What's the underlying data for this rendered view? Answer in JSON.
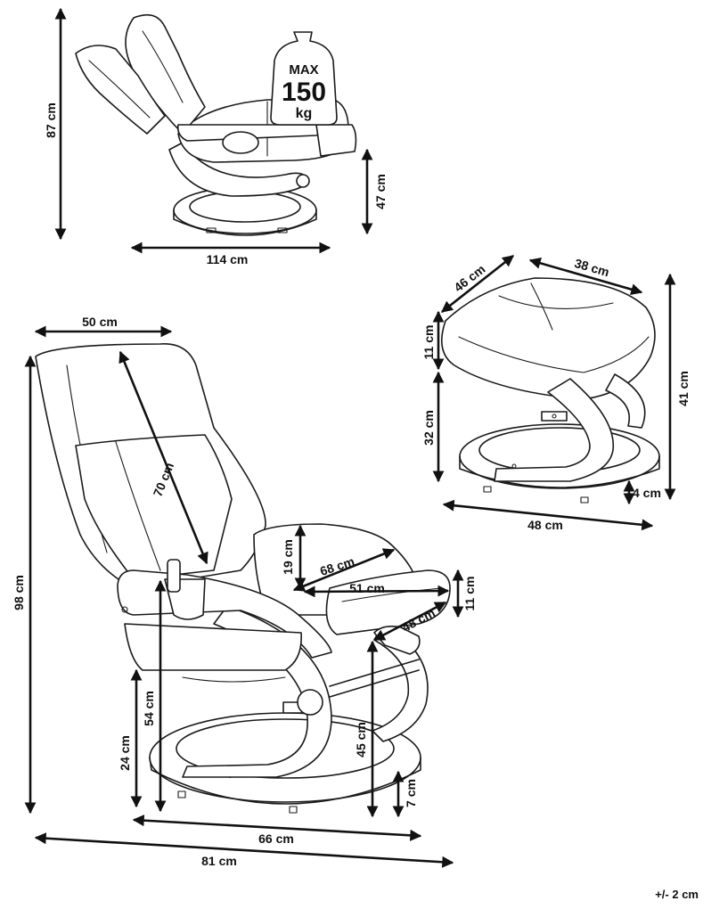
{
  "weight_badge": {
    "max_label": "MAX",
    "value": "150",
    "unit": "kg",
    "icon": "weight-icon"
  },
  "dimensions": {
    "reclined_height": "87 cm",
    "reclined_length": "114 cm",
    "reclined_seat_height": "47 cm",
    "chair_width": "50 cm",
    "backrest_length": "70 cm",
    "chair_height": "98 cm",
    "armrest_height_gap": "19 cm",
    "seat_diagonal": "68 cm",
    "seat_depth": "51 cm",
    "armrest_thickness": "11 cm",
    "footrest_depth": "48 cm",
    "armrest_height": "54 cm",
    "base_to_seat": "24 cm",
    "seat_height": "45 cm",
    "base_height": "7 cm",
    "inner_depth": "66 cm",
    "total_depth": "81 cm",
    "stool_width": "46 cm",
    "stool_depth": "38 cm",
    "stool_cushion": "11 cm",
    "stool_leg_height": "32 cm",
    "stool_height": "41 cm",
    "stool_base": "4 cm",
    "stool_base_width": "48 cm"
  },
  "tolerance": "+/- 2 cm"
}
